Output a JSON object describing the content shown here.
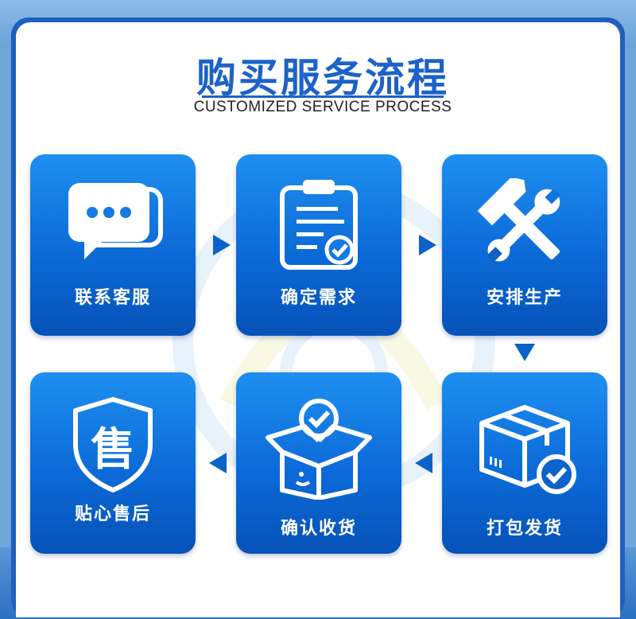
{
  "header": {
    "title": "购买服务流程",
    "subtitle": "CUSTOMIZED SERVICE PROCESS"
  },
  "steps": [
    {
      "label": "联系客服",
      "icon": "chat-bubble-icon"
    },
    {
      "label": "确定需求",
      "icon": "clipboard-check-icon"
    },
    {
      "label": "安排生产",
      "icon": "wrench-hammer-icon"
    },
    {
      "label": "打包发货",
      "icon": "package-check-icon"
    },
    {
      "label": "确认收货",
      "icon": "open-box-check-icon"
    },
    {
      "label": "贴心售后",
      "icon": "shield-icon",
      "icon_text": "售"
    }
  ],
  "colors": {
    "accent": "#1c62c9",
    "card_top": "#1e8ff0",
    "card_bottom": "#0652b8",
    "arrow": "#0b62c8"
  }
}
